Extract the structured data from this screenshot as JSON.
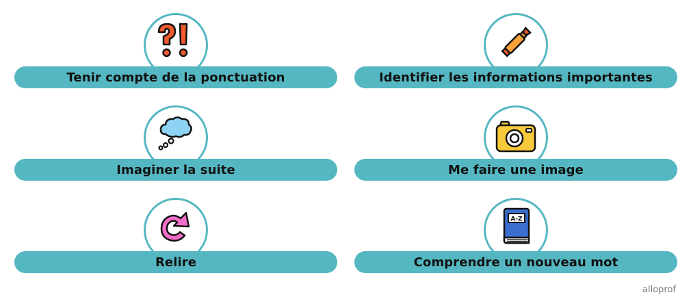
{
  "diagram": {
    "colors": {
      "accent": "#55b7c2",
      "text": "#111111",
      "logo": "#7c7c7c"
    },
    "items": [
      {
        "label": "Tenir compte de la ponctuation",
        "icon": "punctuation-icon"
      },
      {
        "label": "Identifier les informations importantes",
        "icon": "highlighter-icon"
      },
      {
        "label": "Imaginer la suite",
        "icon": "thought-bubble-icon"
      },
      {
        "label": "Me faire une image",
        "icon": "camera-icon"
      },
      {
        "label": "Relire",
        "icon": "reload-arrow-icon"
      },
      {
        "label": "Comprendre un nouveau mot",
        "icon": "dictionary-icon"
      }
    ],
    "dictionary_label": "A-Z",
    "logo": "alloprof"
  }
}
